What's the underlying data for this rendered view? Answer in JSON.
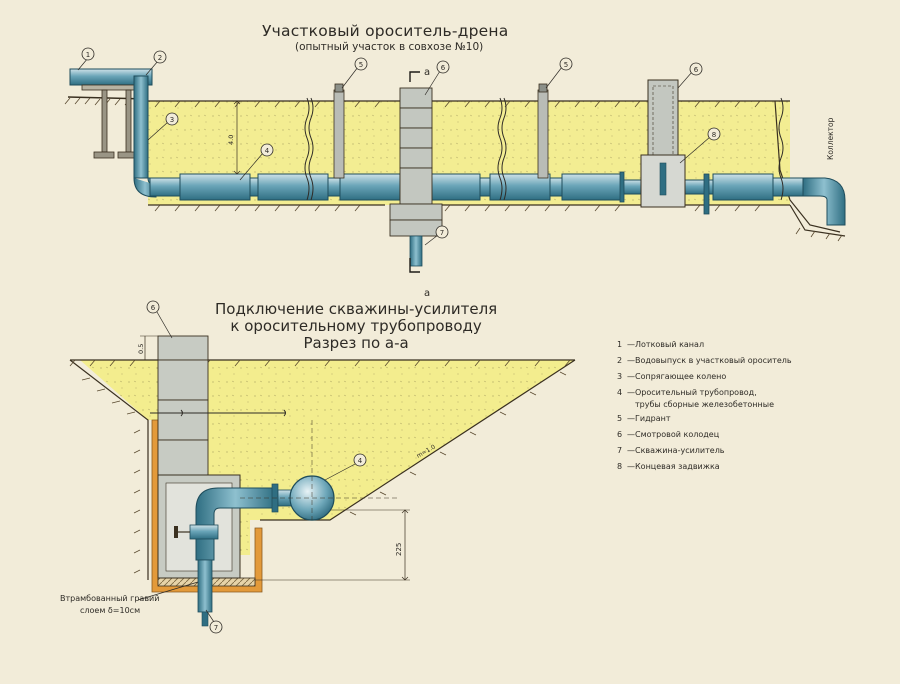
{
  "title": "Участковый ороситель-дрена",
  "subtitle": "(опытный участок в совхозе №10)",
  "section_title": [
    "Подключение скважины-усилителя",
    "к оросительному трубопроводу",
    "Разрез по а-а"
  ],
  "legend": [
    {
      "num": "1",
      "text": "Лотковый канал"
    },
    {
      "num": "2",
      "text": "Водовыпуск в участковый ороситель"
    },
    {
      "num": "3",
      "text": "Сопрягающее колено"
    },
    {
      "num": "4",
      "text": "Оросительный трубопровод,",
      "cont": "трубы сборные железобетонные"
    },
    {
      "num": "5",
      "text": "Гидрант"
    },
    {
      "num": "6",
      "text": "Смотровой колодец"
    },
    {
      "num": "7",
      "text": "Скважина-усилитель"
    },
    {
      "num": "8",
      "text": "Концевая задвижка"
    }
  ],
  "labels": {
    "collector": "Коллектор",
    "section_mark": "а",
    "depth_top": "4.0",
    "depth_small": "0.5",
    "dim_225": "225",
    "slope": "m=1.0",
    "gravel_line1": "Втрамбованный гравий",
    "gravel_line2": "слоем δ=10см"
  },
  "callouts": [
    "1",
    "2",
    "3",
    "4",
    "5",
    "6",
    "7",
    "8"
  ]
}
